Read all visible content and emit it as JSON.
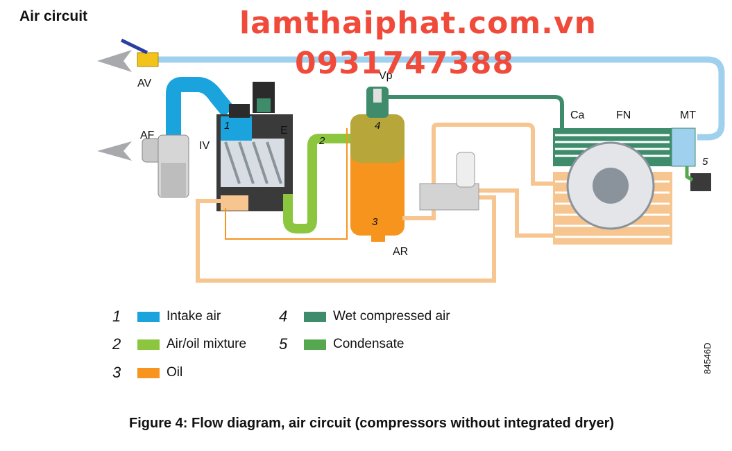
{
  "title": "Air circuit",
  "watermark": {
    "line1": "lamthaiphat.com.vn",
    "line2": "0931747388"
  },
  "labels": {
    "av": "AV",
    "af": "AF",
    "iv": "IV",
    "e": "E",
    "vp": "Vp",
    "ar": "AR",
    "ca": "Ca",
    "fn": "FN",
    "mt": "MT"
  },
  "flow_numbers": {
    "n1": "1",
    "n2": "2",
    "n3": "3",
    "n4": "4",
    "n5": "5"
  },
  "legend": [
    {
      "num": "1",
      "label": "Intake air",
      "color": "#1aa3dc"
    },
    {
      "num": "2",
      "label": "Air/oil mixture",
      "color": "#8cc63e"
    },
    {
      "num": "3",
      "label": "Oil",
      "color": "#f7941d"
    },
    {
      "num": "4",
      "label": "Wet compressed air",
      "color": "#3e8c6c"
    },
    {
      "num": "5",
      "label": "Condensate",
      "color": "#55a84f"
    }
  ],
  "drawing_code": "84546D",
  "caption": "Figure 4: Flow diagram, air circuit (compressors without integrated dryer)"
}
